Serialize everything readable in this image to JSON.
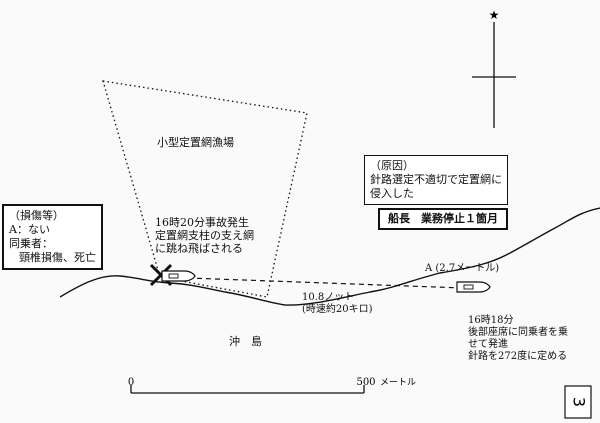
{
  "setnet_label": "小型定置網漁場",
  "cause_box": {
    "title": "（原因）",
    "line1": "針路選定不適切で定置網に",
    "line2": "侵入した"
  },
  "penalty_box": "船長　業務停止１箇月",
  "damage_box": {
    "title": "（損傷等）",
    "line1": "A：ない",
    "line2": "同乗者：",
    "line3": "頸椎損傷、死亡"
  },
  "accident_note": {
    "line1": "16時20分事故発生",
    "line2": "定置網支柱の支え網",
    "line3": "に跳ね飛ばされる"
  },
  "vessel_label": "A (2.7メートル)",
  "speed_label": {
    "line1": "10.8ノット",
    "line2": "(時速約20キロ)"
  },
  "departure_note": {
    "line1": "16時18分",
    "line2": "後部座席に同乗者を乗",
    "line3": "せて発進",
    "line4": "針路を272度に定める"
  },
  "island_label": "沖　島",
  "scale": {
    "zero": "0",
    "distance": "500",
    "unit": "メートル"
  },
  "corner_number": "3",
  "north_symbol": "★"
}
